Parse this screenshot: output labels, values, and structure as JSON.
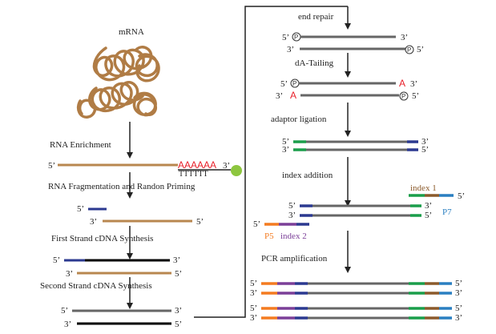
{
  "labels": {
    "mrna": "mRNA",
    "rna_enrichment": "RNA Enrichment",
    "rna_frag": "RNA Fragmentation and Randon Priming",
    "first_strand": "First Strand cDNA Synthesis",
    "second_strand": "Second Strand cDNA Synthesis",
    "end_repair": "end repair",
    "da_tailing": "dA-Tailing",
    "adaptor_ligation": "adaptor ligation",
    "index_addition": "index addition",
    "pcr": "PCR amplification"
  },
  "ends": {
    "five": "5’",
    "three": "3’"
  },
  "polya": "AAAAAA",
  "oligo_dt": "TTTTTT",
  "a_base": "A",
  "phosphate": "P",
  "tags": {
    "index1": "index 1",
    "index2": "index 2",
    "p5": "P5",
    "p7": "P7"
  },
  "colors": {
    "rna": "#b8874f",
    "mrna_coil": "#b07c45",
    "dna_black": "#000000",
    "dna_gray": "#666666",
    "primer_blue": "#2b3990",
    "adaptor_green": "#1a9e4a",
    "adaptor_navy": "#2b3990",
    "index1": "#8b5a2b",
    "index2": "#7b3f98",
    "p5": "#f47b20",
    "p7": "#2a7fc1",
    "bead": "#8dc63f",
    "polya_red": "#e8202a"
  }
}
